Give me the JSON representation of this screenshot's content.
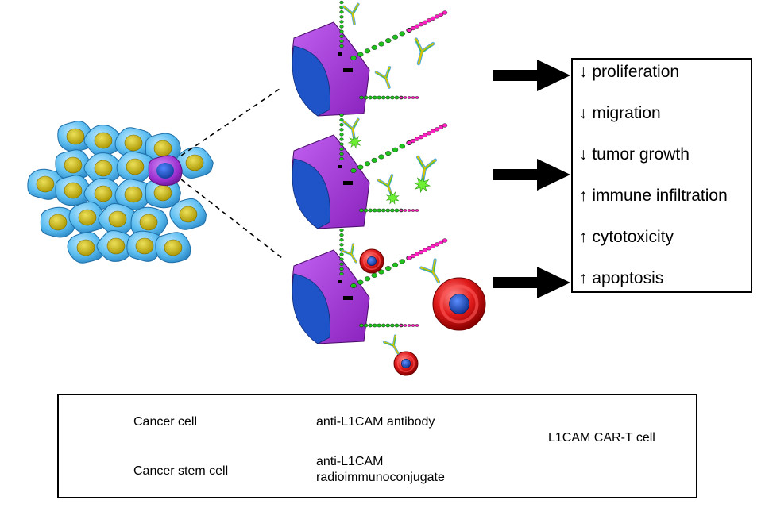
{
  "outcomes": [
    {
      "arrow": "↓",
      "label": "proliferation"
    },
    {
      "arrow": "↓",
      "label": "migration"
    },
    {
      "arrow": "↓",
      "label": "tumor growth"
    },
    {
      "arrow": "↑",
      "label": "immune infiltration"
    },
    {
      "arrow": "↑",
      "label": "cytotoxicity"
    },
    {
      "arrow": "↑",
      "label": "apoptosis"
    }
  ],
  "legend": {
    "cancer_cell": "Cancer cell",
    "cancer_stem_cell": "Cancer stem cell",
    "antibody": "anti-L1CAM antibody",
    "radioimmunoconjugate_line1": "anti-L1CAM",
    "radioimmunoconjugate_line2": "radioimmunoconjugate",
    "car_t": "L1CAM CAR-T cell"
  },
  "colors": {
    "cancer_cell": "#5bbdf0",
    "cancer_nucleus": "#c8b400",
    "stem_cell": "#9b2fcf",
    "stem_nucleus": "#1a4fc7",
    "car_t_cell": "#d81818",
    "receptor_green": "#1ec11e",
    "receptor_magenta": "#ff1fc0",
    "radio_star": "#6ef032",
    "antibody_yellow": "#d8c400",
    "antibody_green": "#3fbf3f",
    "antibody_blue": "#4aa8e0"
  }
}
